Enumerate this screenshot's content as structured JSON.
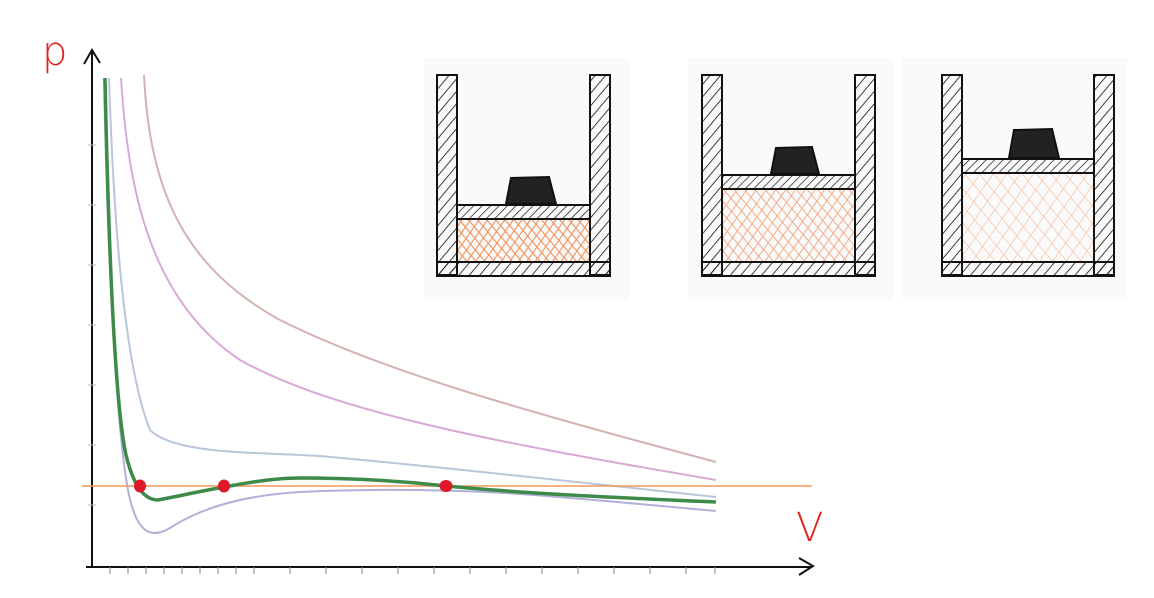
{
  "axes": {
    "y_label": "p",
    "x_label": "V",
    "label_color": "#e0231f",
    "axis_color": "#111111"
  },
  "curves": {
    "highlight_color": "#3e8a48",
    "point_color": "#e0182a",
    "horizontal_line_color": "#f0995a",
    "isotherm_colors": [
      "#d4b2b0",
      "#d8a9d6",
      "#b9c7db",
      "#b0b0d8"
    ]
  },
  "pistons": [
    {
      "gas_fill": "heavy",
      "gas_color": "#f0905a"
    },
    {
      "gas_fill": "medium",
      "gas_color": "#f2a580"
    },
    {
      "gas_fill": "light",
      "gas_color": "#f6b28a"
    }
  ]
}
